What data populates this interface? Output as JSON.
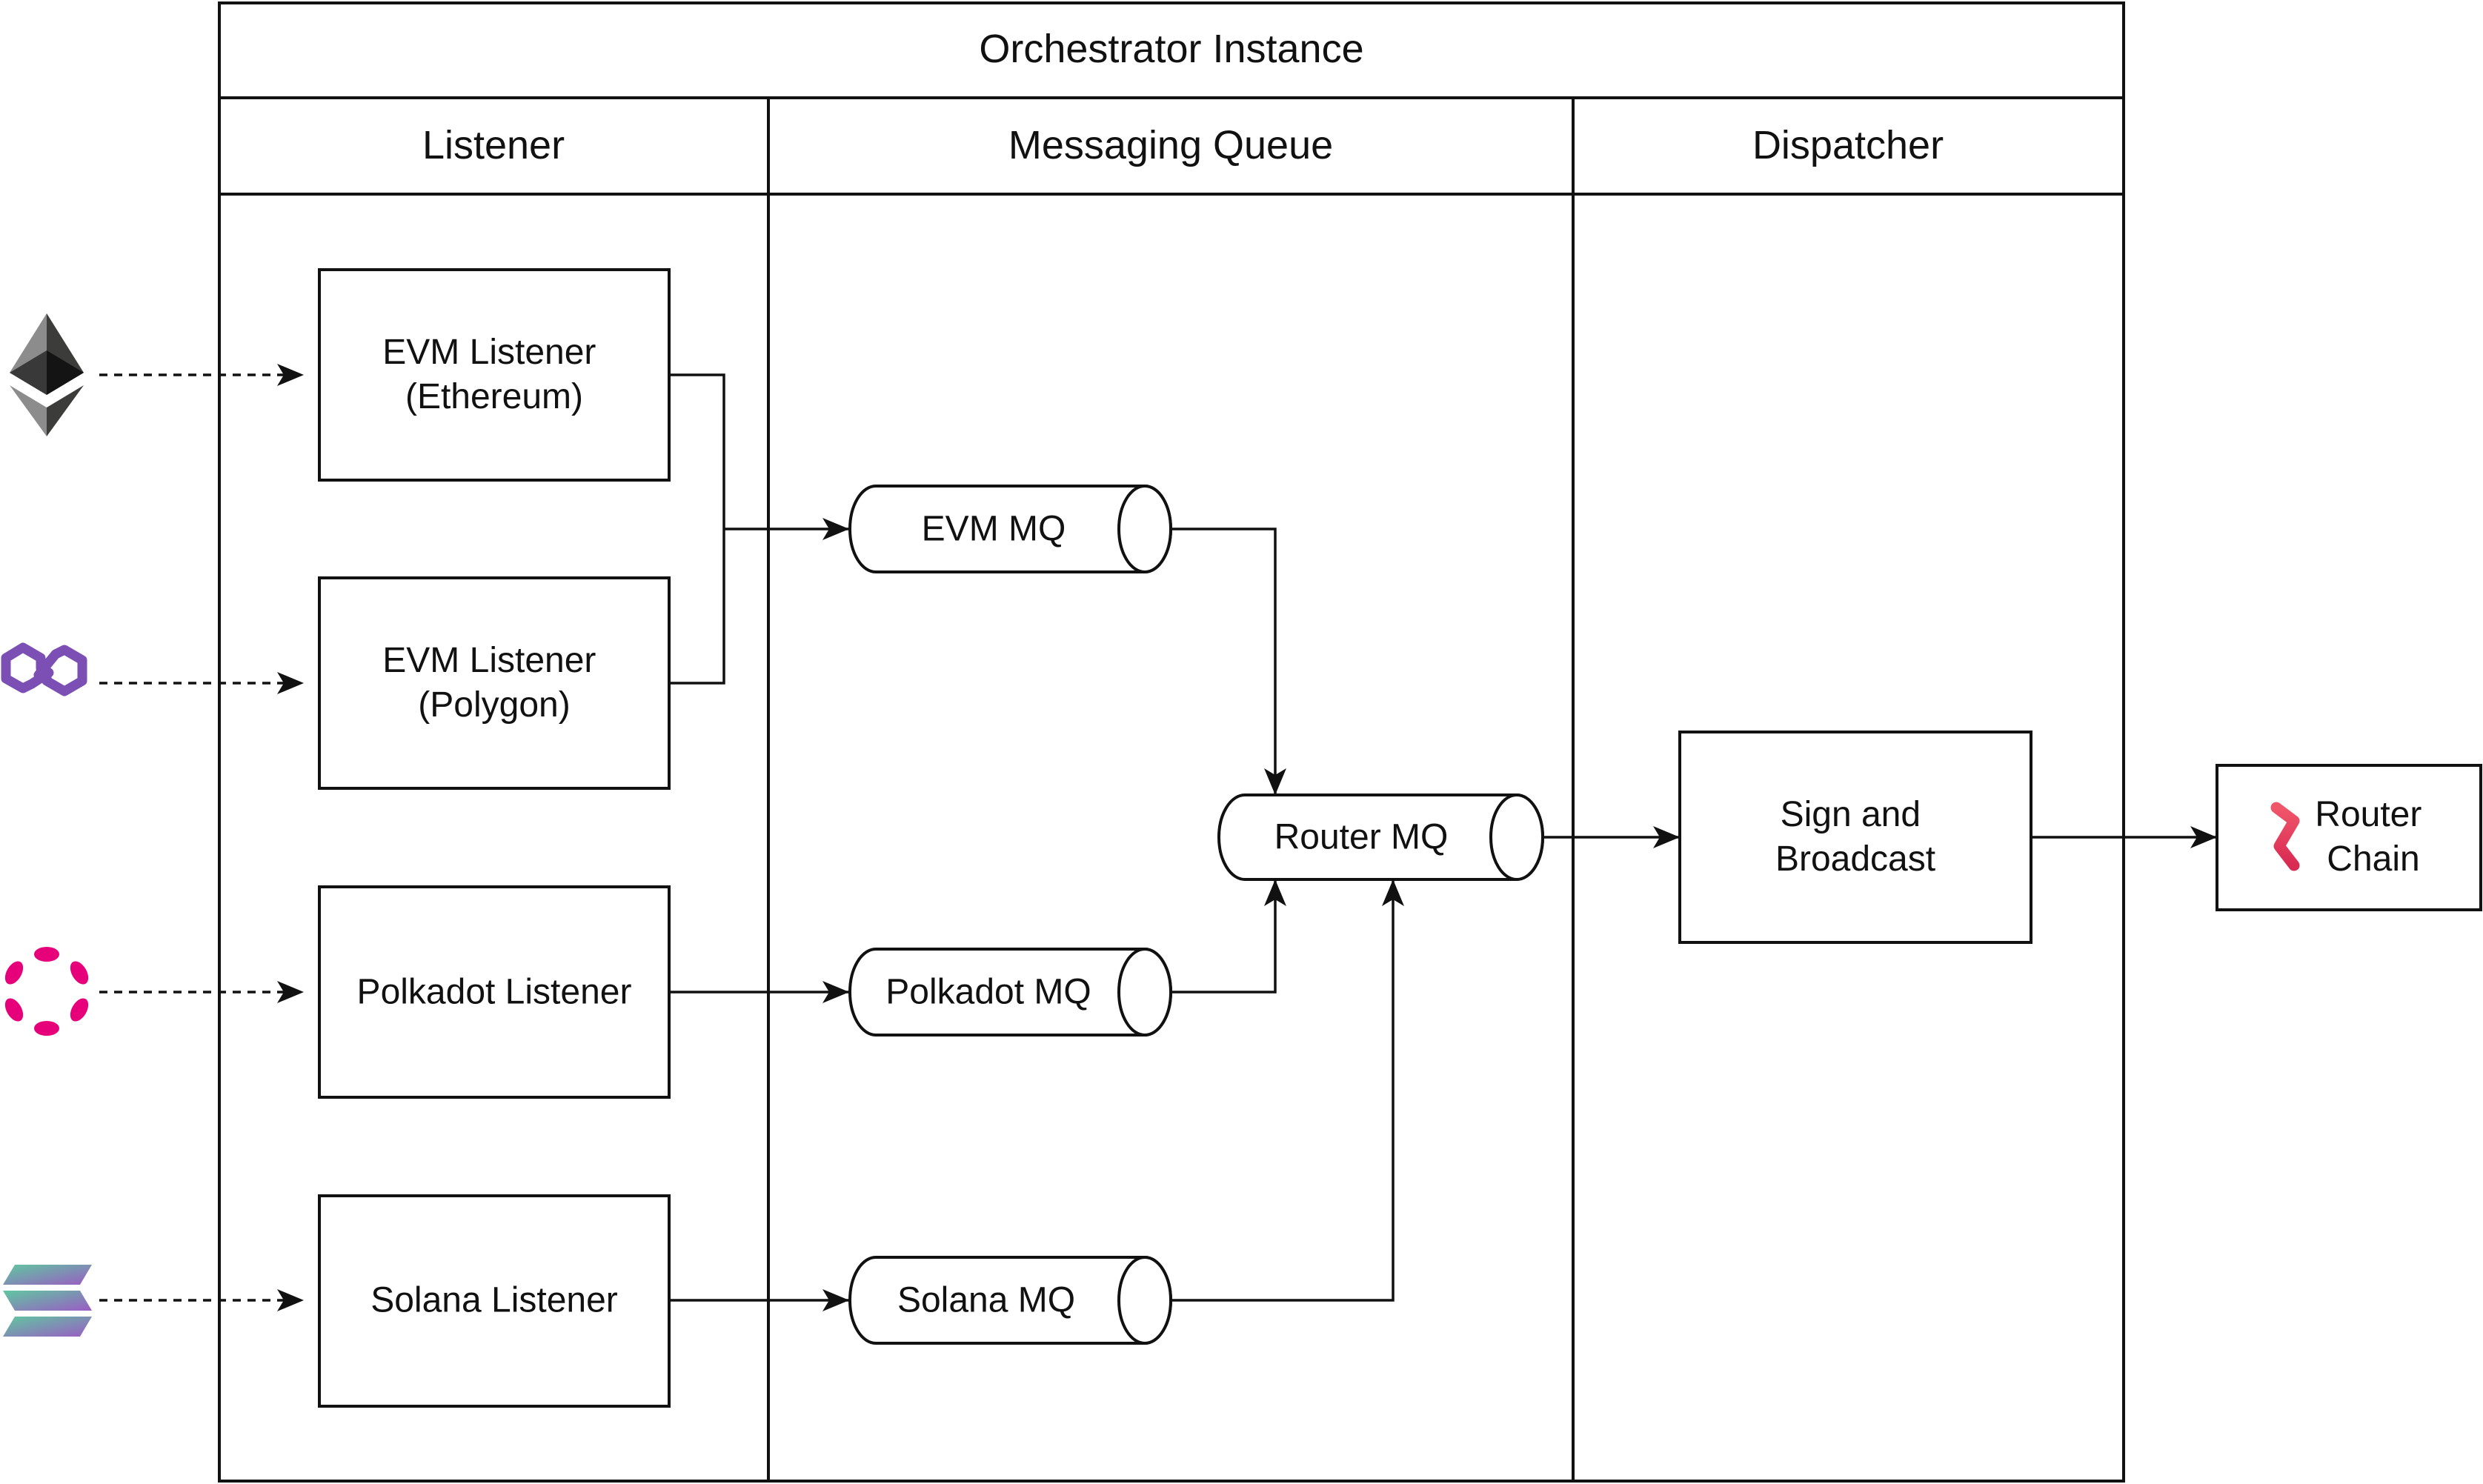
{
  "title": "Orchestrator Instance",
  "columns": {
    "listener": "Listener",
    "messaging_queue": "Messaging Queue",
    "dispatcher": "Dispatcher"
  },
  "sources": [
    {
      "icon": "ethereum-icon",
      "color": "#343434"
    },
    {
      "icon": "polygon-icon",
      "color": "#7b4fb4"
    },
    {
      "icon": "polkadot-icon",
      "color": "#e6007a"
    },
    {
      "icon": "solana-icon",
      "color": "#9945ff"
    }
  ],
  "listeners": {
    "evm_ethereum": [
      "EVM Listener",
      "(Ethereum)"
    ],
    "evm_polygon": [
      "EVM Listener",
      "(Polygon)"
    ],
    "polkadot": "Polkadot Listener",
    "solana": "Solana Listener"
  },
  "queues": {
    "evm_mq": "EVM MQ",
    "polkadot_mq": "Polkadot MQ",
    "solana_mq": "Solana MQ",
    "router_mq": "Router MQ"
  },
  "dispatcher": {
    "sign_broadcast": [
      "Sign and",
      "Broadcast"
    ]
  },
  "router_chain": {
    "label": [
      "Router",
      "Chain"
    ],
    "logo_color": "#e8365d"
  }
}
